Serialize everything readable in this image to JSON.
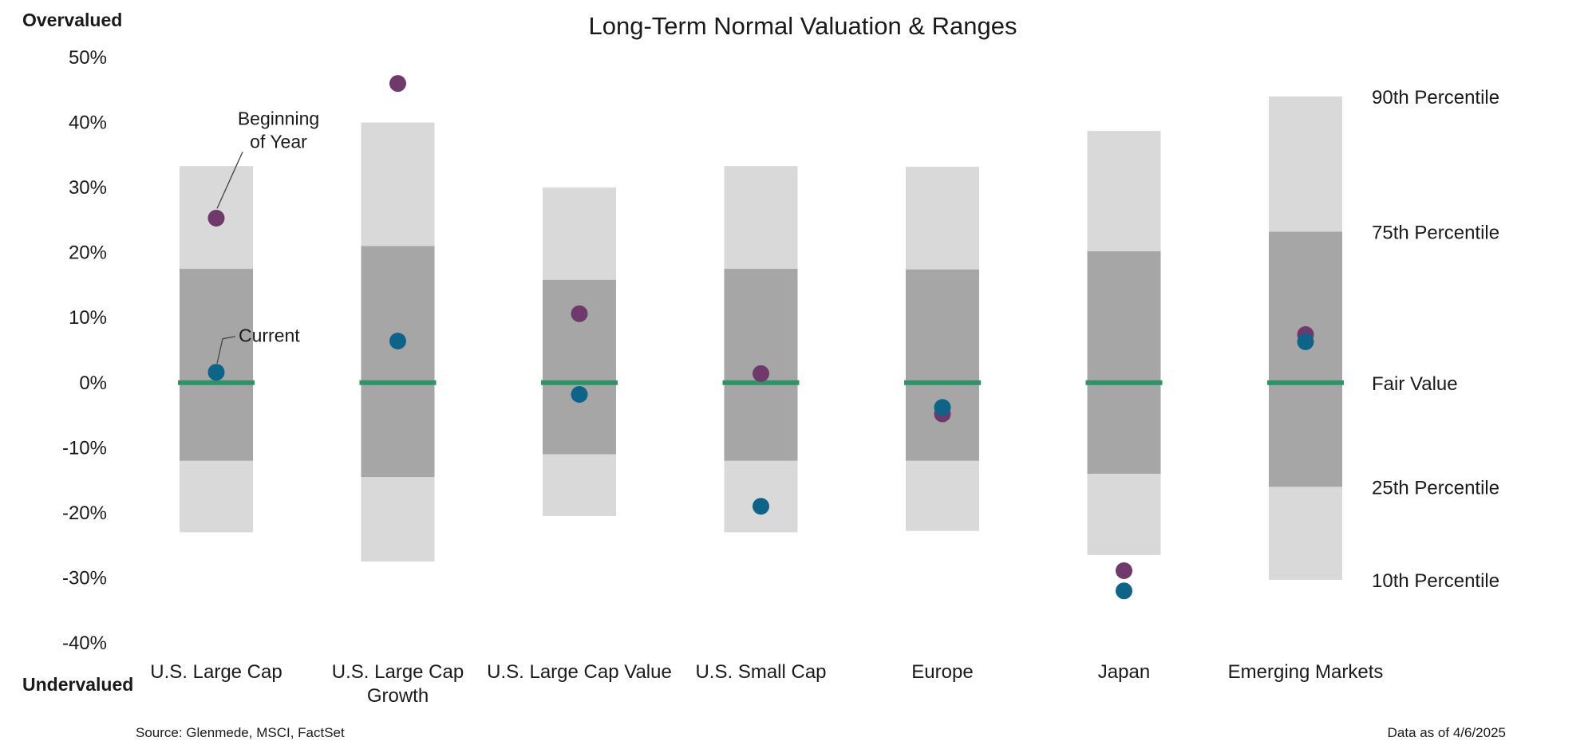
{
  "chart_data": {
    "type": "range",
    "title": "Long-Term Normal Valuation & Ranges",
    "y_top_label": "Overvalued",
    "y_bottom_label": "Undervalued",
    "ylim": [
      -40,
      50
    ],
    "yticks": [
      50,
      40,
      30,
      20,
      10,
      0,
      -10,
      -20,
      -30,
      -40
    ],
    "ytick_labels": [
      "50%",
      "40%",
      "30%",
      "20%",
      "10%",
      "0%",
      "-10%",
      "-20%",
      "-30%",
      "-40%"
    ],
    "categories": [
      [
        "U.S. Large Cap"
      ],
      [
        "U.S. Large Cap",
        "Growth"
      ],
      [
        "U.S. Large Cap Value"
      ],
      [
        "U.S. Small Cap"
      ],
      [
        "Europe"
      ],
      [
        "Japan"
      ],
      [
        "Emerging Markets"
      ]
    ],
    "ranges": [
      {
        "p10": -23.0,
        "p25": -12.0,
        "p75": 17.5,
        "p90": 33.3
      },
      {
        "p10": -27.5,
        "p25": -14.5,
        "p75": 21.0,
        "p90": 40.0
      },
      {
        "p10": -20.5,
        "p25": -11.0,
        "p75": 15.8,
        "p90": 30.0
      },
      {
        "p10": -23.0,
        "p25": -12.0,
        "p75": 17.5,
        "p90": 33.3
      },
      {
        "p10": -22.8,
        "p25": -12.0,
        "p75": 17.4,
        "p90": 33.2
      },
      {
        "p10": -26.5,
        "p25": -14.0,
        "p75": 20.2,
        "p90": 38.7
      },
      {
        "p10": -30.3,
        "p25": -16.0,
        "p75": 23.2,
        "p90": 44.0
      }
    ],
    "fair_value": 0,
    "series": [
      {
        "name": "Beginning of Year",
        "values": [
          25.3,
          46.0,
          10.6,
          1.4,
          -4.8,
          -28.9,
          7.4
        ]
      },
      {
        "name": "Current",
        "values": [
          1.6,
          6.4,
          -1.8,
          -19.0,
          -3.8,
          -32.0,
          6.3
        ]
      }
    ],
    "percentile_labels": [
      {
        "label": "90th Percentile",
        "level": "p90"
      },
      {
        "label": "75th Percentile",
        "level": "p75"
      },
      {
        "label": "Fair Value",
        "level": "fair"
      },
      {
        "label": "25th Percentile",
        "level": "p25"
      },
      {
        "label": "10th Percentile",
        "level": "p10"
      }
    ],
    "annotations": [
      {
        "lines": [
          "Beginning",
          "of Year"
        ],
        "series": 0,
        "category": 0
      },
      {
        "lines": [
          "Current"
        ],
        "series": 1,
        "category": 0
      }
    ],
    "colors": {
      "outer_band": "#d9d9d9",
      "inner_band": "#a6a6a6",
      "fair_value_line": "#2e9466",
      "beginning_of_year": "#6f3a6b",
      "current": "#0e6389"
    },
    "source": "Source: Glenmede, MSCI, FactSet",
    "data_note": "Data as of 4/6/2025"
  }
}
